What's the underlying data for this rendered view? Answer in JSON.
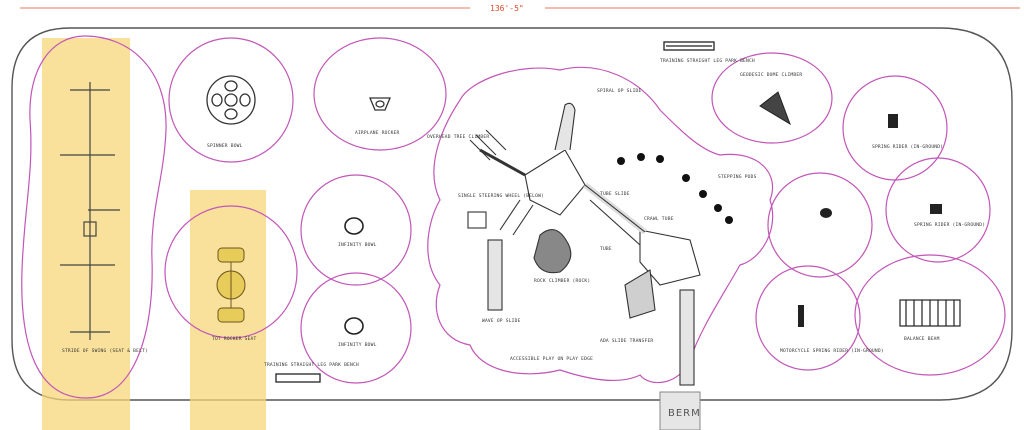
{
  "header": {
    "overall_dimension": "136'-5\""
  },
  "labels": {
    "chain_swing": "STRIDE OF SWING (SEAT & BELT)",
    "spinner": "SPINNER BOWL",
    "rocker_top": "AIRPLANE ROCKER",
    "rocker_bottom": "TOT ROCKER SEAT",
    "spring_bowl_top": "INFINITY BOWL",
    "spring_bowl_bottom": "INFINITY BOWL",
    "bench_top": "TRAINING STRAIGHT LEG PARK BENCH",
    "bench_bottom": "TRAINING STRAIGHT LEG PARK BENCH",
    "spiral_slide": "SPIRAL OP SLIDE",
    "tube_slide": "TUBE SLIDE",
    "wave_slide": "WAVE OP SLIDE",
    "climber_dome": "GEODESIC DOME CLIMBER",
    "climber_rock": "ROCK CLIMBER (ROCK)",
    "overhead_ladder": "OVERHEAD TREE CLIMBER",
    "steering": "SINGLE STEERING WHEEL (BELOW)",
    "crawl_tube": "CRAWL TUBE",
    "tube_label": "TUBE",
    "spring_rider_1": "SPRING RIDER (IN-GROUND)",
    "spring_rider_2": "SPRING RIDER (IN-GROUND)",
    "spring_rider_3": "MOTORCYCLE SPRING RIDER (IN-GROUND)",
    "balance_beam": "BALANCE BEAM",
    "stepping_pods": "STEPPING PODS",
    "ada_ramp": "ADA SLIDE TRANSFER",
    "accessible_note": "ACCESSIBLE PLAY ON PLAY EDGE",
    "berm": "BERM"
  }
}
